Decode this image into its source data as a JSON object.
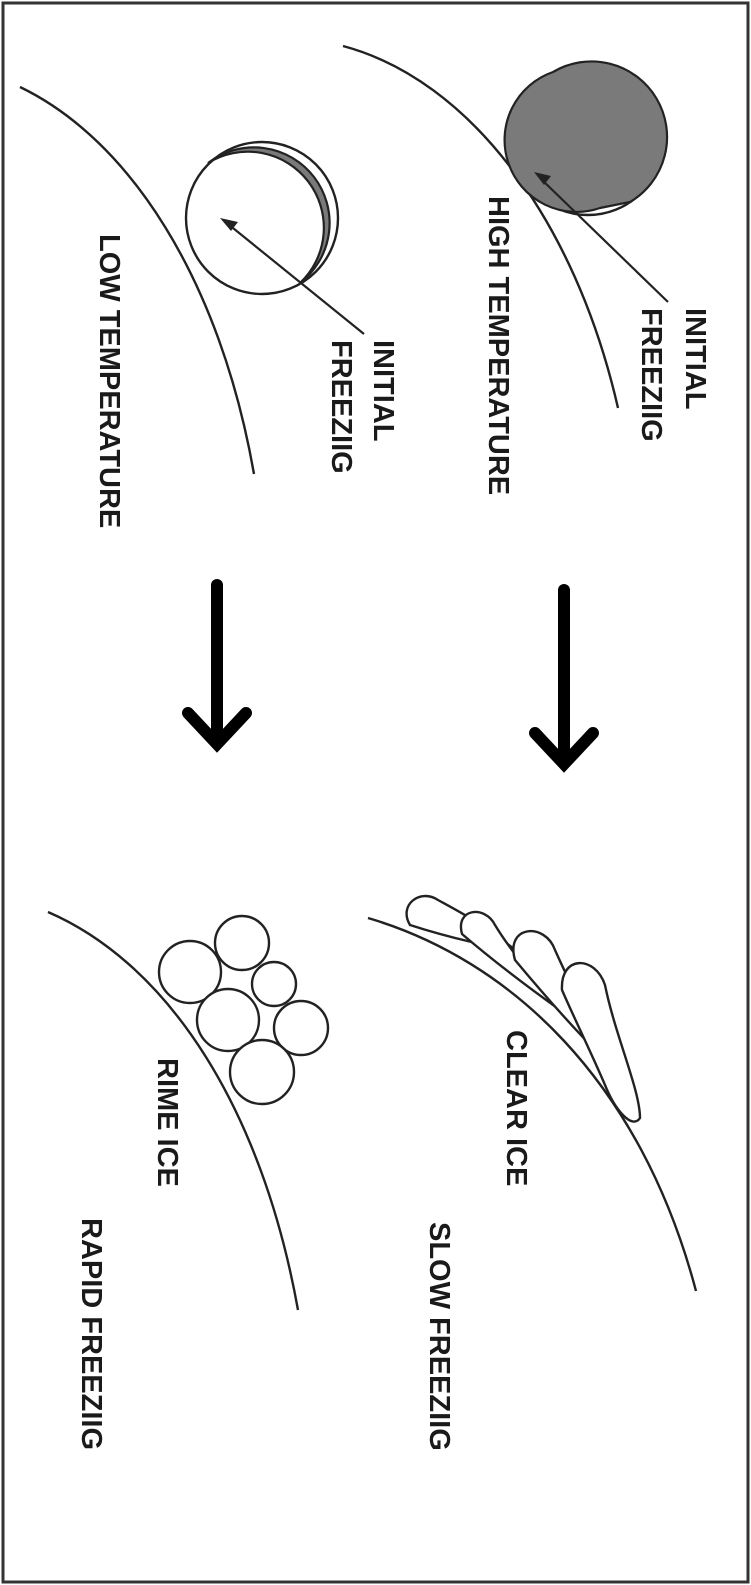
{
  "diagram": {
    "high_temperature": {
      "label": "HIGH TEMPERATURE",
      "annotation_line1": "INITIAL",
      "annotation_line2": "FREEZIIG"
    },
    "low_temperature": {
      "label": "LOW TEMPERATURE",
      "annotation_line1": "INITIAL",
      "annotation_line2": "FREEZIIG"
    },
    "clear_ice": {
      "label": "CLEAR ICE",
      "process": "SLOW FREEZIIG"
    },
    "rime_ice": {
      "label": "RIME ICE",
      "process": "RAPID FREEZIIG"
    },
    "colors": {
      "frozen_fill": "#7a7a7a",
      "stroke": "#222222",
      "frame": "#333333"
    }
  }
}
